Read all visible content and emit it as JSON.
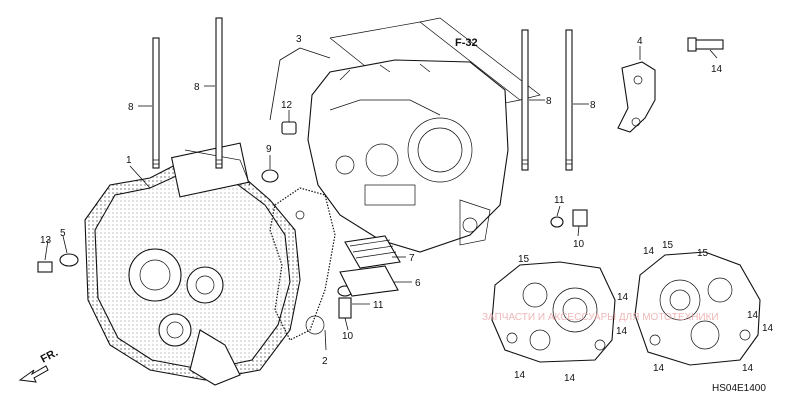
{
  "ref_label": "F-32",
  "diagram_code": "HS04E1400",
  "direction_label": "FR.",
  "watermark_text": "ЗАПЧАСТИ И АКСЕССУАРЫ ДЛЯ МОТОТЕХНИКИ",
  "watermark_brand": "",
  "callouts": {
    "c1": "1",
    "c2": "2",
    "c3": "3",
    "c4": "4",
    "c5": "5",
    "c6": "6",
    "c7": "7",
    "c8a": "8",
    "c8b": "8",
    "c8c": "8",
    "c8d": "8",
    "c9": "9",
    "c10a": "10",
    "c10b": "10",
    "c11a": "11",
    "c11b": "11",
    "c12": "12",
    "c13": "13",
    "c14a": "14",
    "c14b": "14",
    "c14c": "14",
    "c14d": "14",
    "c14e": "14",
    "c14f": "14",
    "c14g": "14",
    "c14h": "14",
    "c14i": "14",
    "c14j": "14",
    "c15a": "15",
    "c15b": "15",
    "c15c": "15"
  }
}
